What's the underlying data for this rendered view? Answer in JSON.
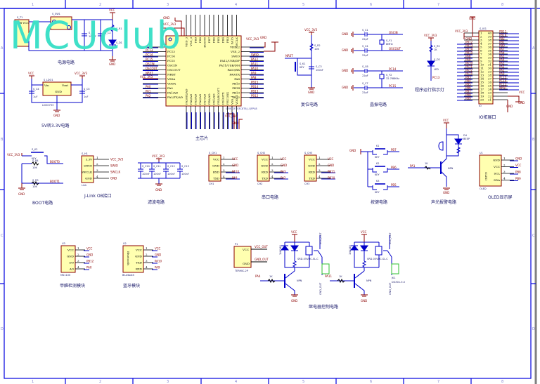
{
  "watermark": "MCUclub",
  "frame": {
    "columns": [
      "1",
      "2",
      "3",
      "4",
      "5",
      "6",
      "7",
      "8"
    ],
    "rows": [
      "A",
      "B",
      "C",
      "D"
    ]
  },
  "sections": {
    "power": {
      "title": "电源电路",
      "ref_jack": "S_T1",
      "jack_label": "USB VCC",
      "ref_switch": "S_SW1",
      "ref_led": "S_D1",
      "ref_res": "S_R1",
      "cap1": "S_C1",
      "cap2": "S_C2",
      "cap_val": "100uF",
      "vcc": "VCC",
      "gnd": "GND"
    },
    "ldo": {
      "title": "5V转3.3V电路",
      "ref": "S_LDO1",
      "part": "LDO0733",
      "pin_in": "Vin",
      "pin_out": "Vout",
      "pin_gnd": "GND",
      "cap_in": "S_C4",
      "cap_out": "S_C5",
      "cap_val": "1uF",
      "vin_net": "VCC",
      "vout_net": "VCC_3V3",
      "gnd": "GND"
    },
    "mcu": {
      "title": "主芯片",
      "part": "STM32F103C8T6_LQFP48",
      "gnd": "GND",
      "vcc": "VCC_3V3",
      "left_pins": [
        "VBAT",
        "PC13",
        "PC14",
        "PC15",
        "OSCIN",
        "OSCOUT",
        "NRST",
        "VSSA",
        "VDDA",
        "PA0",
        "PA1/AD",
        "PA2/TX/AD"
      ],
      "right_pins": [
        "VDD_2",
        "VSS_2",
        "SWIO",
        "PA12/USB/DP",
        "PA11/USB/DM",
        "PA10/RX",
        "PA9/TX",
        "PA8",
        "PB15",
        "PB14",
        "PB13",
        "PB12"
      ],
      "top_pins": [
        "VDD_3",
        "VSS_3",
        "PB9",
        "PB8",
        "BOOT0",
        "PB7",
        "PB6",
        "PB5",
        "PB4",
        "PB3",
        "PA15",
        "SWCLK"
      ],
      "bottom_pins": [
        "PA3/RX/AD",
        "PA4/AD",
        "PA5/AD",
        "PA6/AD",
        "PA7/AD",
        "PB0/AD",
        "PB1/AD",
        "PB2/BOOT1",
        "PB10/TX",
        "PB11/RX",
        "VSS_1",
        "VDD_1"
      ],
      "left_nets": [
        "",
        "PC13",
        "PC14",
        "PC15",
        "OSCIN",
        "OSCOUT",
        "NRST",
        "",
        "",
        "PA0",
        "PA1",
        "PA2"
      ],
      "right_nets": [
        "",
        "",
        "SWIO",
        "PA12",
        "PA11",
        "PA10",
        "PA9",
        "PA8",
        "PB15",
        "PB14",
        "PB13",
        "PB12"
      ]
    },
    "reset": {
      "title": "复位电路",
      "vcc": "VCC_3V3",
      "res": "S_R2",
      "res_val": "10K",
      "key": "S_K1",
      "key_label": "KEY",
      "cap": "S_C3",
      "cap_val": "100nF",
      "net": "NRST",
      "gnd": "GND"
    },
    "crystal": {
      "title": "晶振电路",
      "caps": [
        "S_C1",
        "S_C4",
        "S_C6",
        "S_C7"
      ],
      "cap_val": "22pF",
      "xtal1": "S_Y1",
      "xtal1_val": "8MHz",
      "xtal2": "S_Y2",
      "xtal2_val": "32.768KHz",
      "nets": [
        "OSCIN",
        "OSCOUT",
        "PC14",
        "PC15"
      ],
      "gnd": "GND"
    },
    "run_led": {
      "title": "程序运行指示灯",
      "vcc": "VCC_3V3",
      "res": "S_R5",
      "res_val": "1K",
      "led": "S_D2",
      "led_label": "LED",
      "net": "PC13"
    },
    "io": {
      "title": "IO拓展口",
      "ref": "S_IO1",
      "vcc_in": "VCC_3V3",
      "gnd": "GND",
      "vcc": "VCC",
      "left_nets": [
        "",
        "",
        "GND",
        "PB12",
        "PB13",
        "PB14",
        "PB15",
        "PA8",
        "PA9",
        "PA10",
        "PA11",
        "PA12",
        "PA15",
        "PB3",
        "PB4",
        "PB5",
        "PB6",
        "PB7",
        "PB8",
        "PB9"
      ],
      "right_nets": [
        "PB11",
        "PB10",
        "PB2",
        "PB1",
        "PB0",
        "PA7",
        "PA6",
        "PA5",
        "PA4",
        "PA3",
        "PA2",
        "PA1",
        "PA0",
        "PC15",
        "PC14",
        "PC13",
        "NRST",
        "",
        "",
        ""
      ],
      "bottom_label": "IO"
    },
    "boot": {
      "title": "BOOT电路",
      "vcc": "VCC_3V3",
      "key": "S_K2",
      "key_label": "KEY",
      "r1": "S_R4",
      "r2": "S_R3",
      "r_val": "10K",
      "net0": "BOOT0",
      "net1": "BOOT1",
      "gnd": "GND"
    },
    "jlink": {
      "title": "J-Link OB接口",
      "ref": "S_H1",
      "part": "Link",
      "pins": [
        "3.3V",
        "SWIO",
        "SWCLK",
        "GND"
      ],
      "nets": [
        "VCC_3V3",
        "SWIO",
        "SWCLK",
        "GND"
      ]
    },
    "filter": {
      "title": "滤波电路",
      "vcc": "VCC_3V3",
      "caps": [
        "S_C10",
        "S_C11",
        "S_C12",
        "S_C13"
      ],
      "vals": [
        "100nF",
        "100nF",
        "100nF",
        "100nF"
      ],
      "gnd": "GND"
    },
    "uart": {
      "title": "串口电路",
      "ports": [
        {
          "ref": "S_CH1",
          "part": "CH1",
          "pins": [
            "VCC",
            "GND",
            "RXD",
            "TXD"
          ],
          "nets": [
            "VCC",
            "GND",
            "PA10",
            "PA9"
          ]
        },
        {
          "ref": "S_CH2",
          "part": "CH2",
          "pins": [
            "VCC",
            "GND",
            "RXD",
            "TXD"
          ],
          "nets": [
            "VCC",
            "GND",
            "PA3",
            "PA2"
          ]
        },
        {
          "ref": "S_CH3",
          "part": "CH3",
          "pins": [
            "VCC",
            "GND",
            "RXD",
            "TXD"
          ],
          "nets": [
            "VCC",
            "GND",
            "PB11",
            "PB10"
          ]
        }
      ]
    },
    "keys": {
      "title": "按键电路",
      "gnd": "GND",
      "items": [
        {
          "ref": "K1",
          "label": "KEY",
          "net": "PB7"
        },
        {
          "ref": "K2",
          "label": "KEY",
          "net": "PB6"
        },
        {
          "ref": "K3",
          "label": "KEY",
          "net": "PB5"
        }
      ]
    },
    "buzzer": {
      "title": "声光报警电路",
      "vcc": "VCC",
      "led": "D4",
      "led_label": "BEEP",
      "bz": "B1",
      "res": "R4",
      "res_val": "1K",
      "transistor": "NPN",
      "net": "PA1",
      "gnd": "GND"
    },
    "oled": {
      "title": "OLED显示屏",
      "ref": "U1",
      "part": "OLED",
      "inner": "OLED",
      "pins": [
        "GND",
        "VCC",
        "SCL",
        "SDA"
      ],
      "nets": [
        "GND",
        "VCC",
        "PB8",
        "PB9"
      ]
    },
    "hr": {
      "title": "甲醛检测模块",
      "ref": "U3",
      "part": "MS1100",
      "pins": [
        "VCC",
        "GND",
        "DO",
        "AO"
      ],
      "nets": [
        "VCC",
        "GND",
        "PB12",
        "PA0"
      ]
    },
    "bt": {
      "title": "蓝牙模块",
      "ref": "U2",
      "part": "Bluetooth",
      "inner": "Bluetooth",
      "pins": [
        "VCC",
        "GND",
        "TXD",
        "RXD"
      ],
      "nets": [
        "VCC",
        "GND",
        "PA10",
        "PA9"
      ]
    },
    "relay": {
      "title": "继电器控制电路",
      "supply_ref": "P1",
      "supply_part": "TERMIC-2P",
      "supply_pins": [
        "VCC",
        "GND"
      ],
      "supply_nets": [
        "VCC_OUT",
        "GND_OUT"
      ],
      "vcc": "VCC",
      "gnd": "GND",
      "res_val": "1K",
      "transistor": "NPN",
      "relay_part": "SRD-05VDC-SL-C",
      "diode": "1N4148",
      "ch1_net": "PA4",
      "ch2_net": "PA11",
      "conn": "JK1",
      "conn_part": "DG301-5.0",
      "out_vcc": "VCC_OUT",
      "out_gnd": "GND_OUT"
    }
  }
}
